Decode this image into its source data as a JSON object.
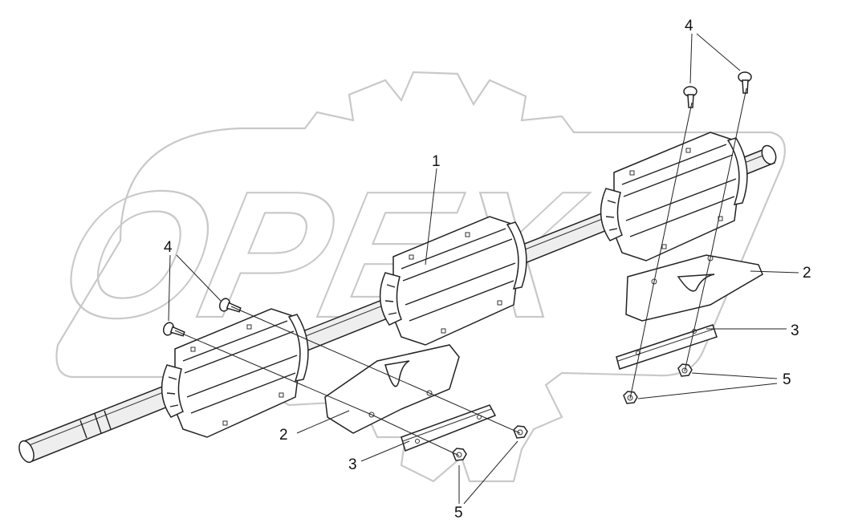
{
  "watermark": {
    "text": "OPEX"
  },
  "callouts": {
    "c1": "1",
    "c2_left": "2",
    "c2_right": "2",
    "c3_left": "3",
    "c3_right": "3",
    "c4_left": "4",
    "c4_top": "4",
    "c5_bottom": "5",
    "c5_right": "5"
  },
  "colors": {
    "line": "#222222",
    "part_fill": "#ffffff",
    "shaft_fill": "#eeeeee",
    "watermark": "#c9c9c9"
  }
}
